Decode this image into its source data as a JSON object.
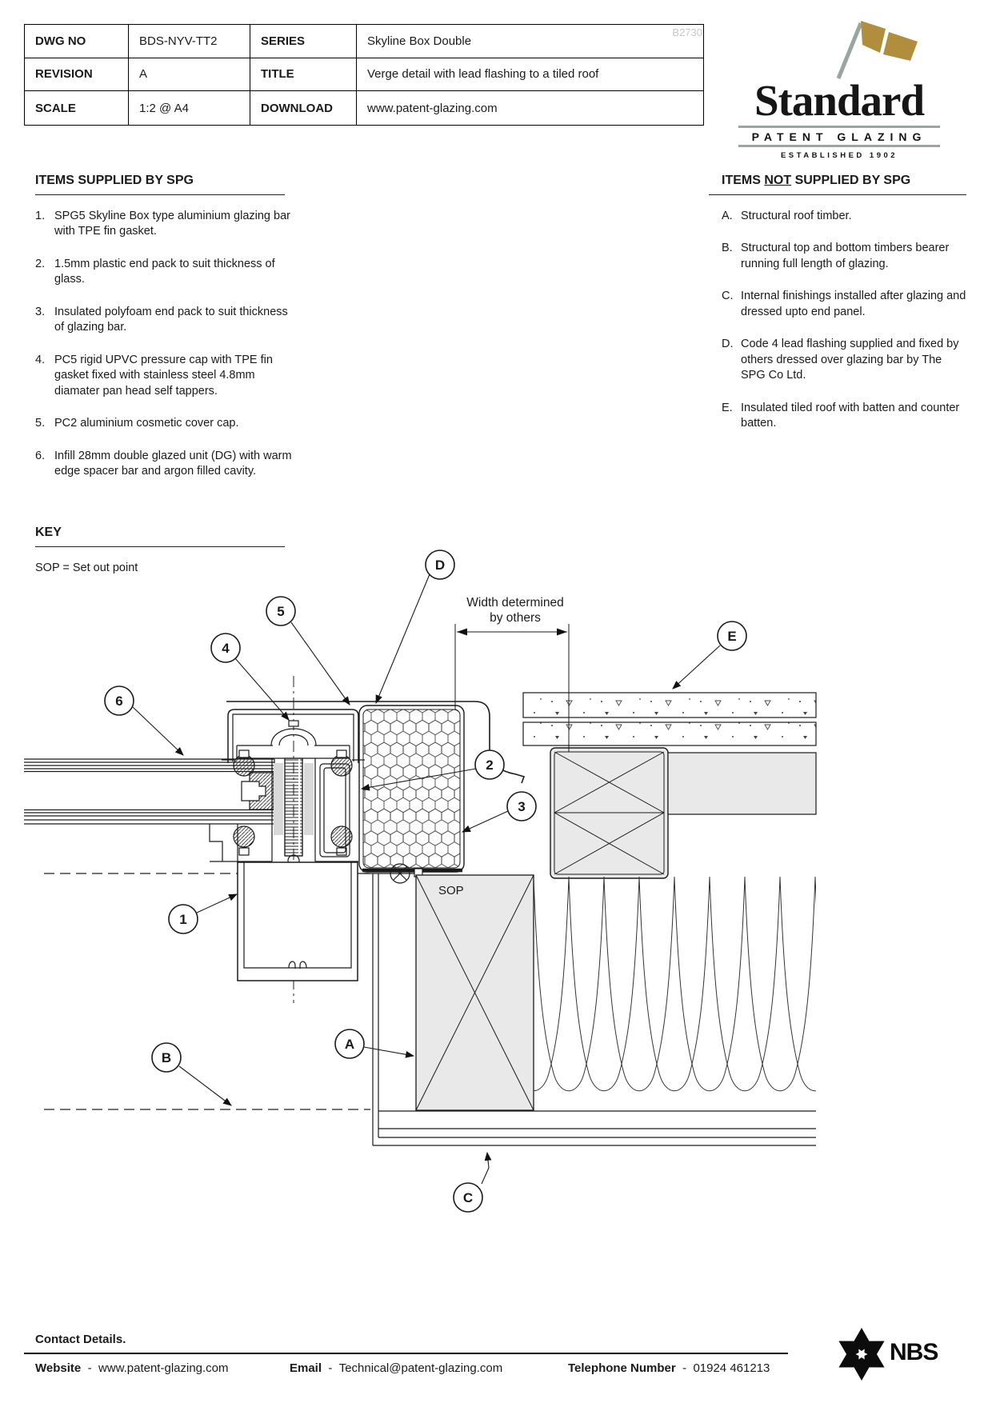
{
  "title_block": {
    "watermark": "B2730",
    "rows": [
      {
        "label1": "DWG NO",
        "value1": "BDS-NYV-TT2",
        "label2": "SERIES",
        "value2": "Skyline Box Double"
      },
      {
        "label1": "REVISION",
        "value1": "A",
        "label2": "TITLE",
        "value2": "Verge detail with lead flashing to a tiled roof"
      },
      {
        "label1": "SCALE",
        "value1": "1:2 @ A4",
        "label2": "DOWNLOAD",
        "value2": "www.patent-glazing.com"
      }
    ]
  },
  "logo": {
    "name": "Standard",
    "subtitle": "PATENT GLAZING",
    "established": "ESTABLISHED 1902",
    "flag_color": "#b08e3d",
    "pole_color": "#9aa5a0"
  },
  "lists": {
    "supplied": {
      "heading": "ITEMS SUPPLIED BY SPG",
      "items": [
        {
          "num": "1.",
          "text": "SPG5 Skyline Box type aluminium glazing bar with TPE fin gasket."
        },
        {
          "num": "2.",
          "text": "1.5mm plastic end pack to suit thickness of glass."
        },
        {
          "num": "3.",
          "text": "Insulated polyfoam end pack to suit thickness of glazing bar."
        },
        {
          "num": "4.",
          "text": "PC5 rigid UPVC pressure cap with TPE fin gasket fixed with stainless steel 4.8mm diamater pan head self tappers."
        },
        {
          "num": "5.",
          "text": "PC2 aluminium cosmetic cover cap."
        },
        {
          "num": "6.",
          "text": "Infill 28mm double glazed unit (DG) with warm edge spacer bar and argon filled cavity."
        }
      ]
    },
    "not_supplied": {
      "heading_pre": "ITEMS ",
      "heading_not": "NOT",
      "heading_post": " SUPPLIED BY SPG",
      "items": [
        {
          "num": "A.",
          "text": "Structural roof timber."
        },
        {
          "num": "B.",
          "text": "Structural top and bottom timbers bearer running full length of glazing."
        },
        {
          "num": "C.",
          "text": "Internal finishings installed after glazing and dressed upto end panel."
        },
        {
          "num": "D.",
          "text": "Code 4 lead flashing supplied and fixed by others dressed over glazing bar by The SPG Co Ltd."
        },
        {
          "num": "E.",
          "text": "Insulated tiled roof with batten and counter batten."
        }
      ]
    }
  },
  "key": {
    "heading": "KEY",
    "note": "SOP = Set out point"
  },
  "drawing": {
    "dimension_label_line1": "Width determined",
    "dimension_label_line2": "by others",
    "sop_label": "SOP",
    "callouts": [
      {
        "label": "1"
      },
      {
        "label": "2"
      },
      {
        "label": "3"
      },
      {
        "label": "4"
      },
      {
        "label": "5"
      },
      {
        "label": "6"
      },
      {
        "label": "A"
      },
      {
        "label": "B"
      },
      {
        "label": "C"
      },
      {
        "label": "D"
      },
      {
        "label": "E"
      }
    ]
  },
  "footer": {
    "heading": "Contact Details.",
    "sep": "-",
    "website_label": "Website",
    "website": "www.patent-glazing.com",
    "email_label": "Email",
    "email": "Technical@patent-glazing.com",
    "phone_label": "Telephone Number",
    "phone": "01924 461213",
    "nbs": "NBS"
  }
}
